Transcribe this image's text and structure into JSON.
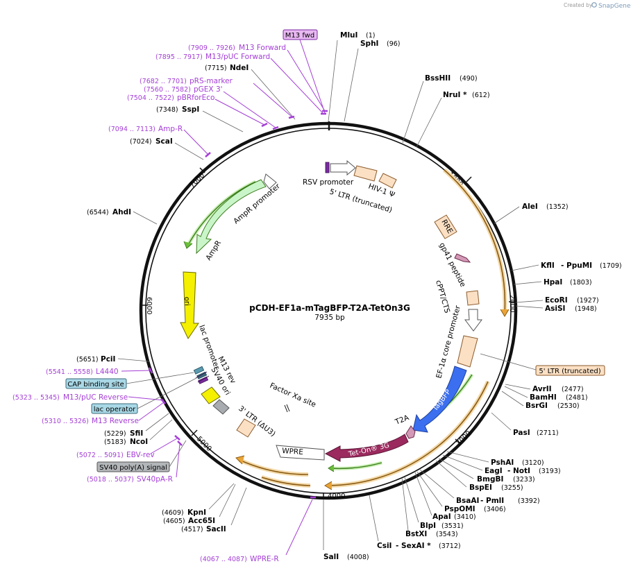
{
  "credit": {
    "prefix": "Created by",
    "brand": "SnapGene"
  },
  "plasmid": {
    "name": "pCDH-EF1a-mTagBFP-T2A-TetOn3G",
    "length": "7935 bp"
  },
  "ticks": [
    "1000",
    "2000",
    "3000",
    "4000",
    "5000",
    "6000",
    "7000"
  ],
  "sites": [
    {
      "name": "MluI",
      "pos": "(1)"
    },
    {
      "name": "SphI",
      "pos": "(96)"
    },
    {
      "name": "BssHII",
      "pos": "(490)"
    },
    {
      "name": "NruI *",
      "pos": "(612)"
    },
    {
      "name": "AleI",
      "pos": "(1352)"
    },
    {
      "name": "KflI",
      "pos": "",
      "suffix": "PpuMI",
      "suffix_pos": "(1709)"
    },
    {
      "name": "HpaI",
      "pos": "(1803)"
    },
    {
      "name": "EcoRI",
      "pos": "(1927)"
    },
    {
      "name": "AsiSI",
      "pos": "(1948)"
    },
    {
      "name": "AvrII",
      "pos": "(2477)"
    },
    {
      "name": "BamHI",
      "pos": "(2481)"
    },
    {
      "name": "BsrGI",
      "pos": "(2530)"
    },
    {
      "name": "PasI",
      "pos": "(2711)"
    },
    {
      "name": "PshAI",
      "pos": "(3120)"
    },
    {
      "name": "EagI",
      "pos": "",
      "suffix": "NotI",
      "suffix_pos": "(3193)"
    },
    {
      "name": "BmgBI",
      "pos": "(3233)"
    },
    {
      "name": "BspEI",
      "pos": "(3255)"
    },
    {
      "name": "BsaAI",
      "pos": "",
      "suffix": "PmlI",
      "suffix_pos": "(3392)"
    },
    {
      "name": "PspOMI",
      "pos": "(3406)"
    },
    {
      "name": "ApaI",
      "pos": "(3410)"
    },
    {
      "name": "BlpI",
      "pos": "(3531)"
    },
    {
      "name": "BstXI",
      "pos": "(3543)"
    },
    {
      "name": "CsiI",
      "pos": "",
      "suffix": "SexAI *",
      "suffix_pos": "(3712)"
    },
    {
      "name": "SalI",
      "pos": "(4008)"
    },
    {
      "name": "SacII",
      "pos": "(4517)"
    },
    {
      "name": "Acc65I",
      "pos": "(4605)"
    },
    {
      "name": "KpnI",
      "pos": "(4609)"
    },
    {
      "name": "NcoI",
      "pos": "(5183)"
    },
    {
      "name": "SfiI",
      "pos": "(5229)"
    },
    {
      "name": "PciI",
      "pos": "(5651)"
    },
    {
      "name": "AhdI",
      "pos": "(6544)"
    },
    {
      "name": "ScaI",
      "pos": "(7024)"
    },
    {
      "name": "SspI",
      "pos": "(7348)"
    },
    {
      "name": "NdeI",
      "pos": "(7715)"
    }
  ],
  "primers": [
    {
      "name": "M13 Forward",
      "pos": "(7909 .. 7926)"
    },
    {
      "name": "M13/pUC Forward",
      "pos": "(7895 .. 7917)"
    },
    {
      "name": "pRS-marker",
      "pos": "(7682 .. 7701)"
    },
    {
      "name": "pGEX 3'",
      "pos": "(7560 .. 7582)"
    },
    {
      "name": "pBRforEco",
      "pos": "(7504 .. 7522)"
    },
    {
      "name": "Amp-R",
      "pos": "(7094 .. 7113)"
    },
    {
      "name": "L4440",
      "pos": "(5541 .. 5558)"
    },
    {
      "name": "M13/pUC Reverse",
      "pos": "(5323 .. 5345)"
    },
    {
      "name": "M13 Reverse",
      "pos": "(5310 .. 5326)"
    },
    {
      "name": "EBV-rev",
      "pos": "(5072 .. 5091)"
    },
    {
      "name": "SV40pA-R",
      "pos": "(5018 .. 5037)"
    },
    {
      "name": "WPRE-R",
      "pos": "(4067 .. 4087)"
    }
  ],
  "boxes": {
    "m13fwd": "M13 fwd",
    "cap": "CAP binding site",
    "lacop": "lac operator",
    "sv40pa": "SV40 poly(A) signal",
    "ltr5": "5' LTR (truncated)"
  },
  "features": {
    "rsv": "RSV promoter",
    "ltr5": "5' LTR (truncated)",
    "hiv": "HIV-1 Ψ",
    "rre": "RRE",
    "gp41": "gp41 peptide",
    "cppt": "cPPT/CTS",
    "ef1a": "EF-1α core promoter",
    "tagbfp": "TagBFP",
    "t2a": "T2A",
    "teton": "Tet-On® 3G",
    "wpre": "WPRE",
    "ltr3": "3' LTR (ΔU3)",
    "factorxa": "Factor Xa site",
    "sv40ori": "SV40 ori",
    "m13rev": "M13 rev",
    "lacpro": "lac promoter",
    "ori": "ori",
    "ampr": "AmpR",
    "amppro": "AmpR promoter"
  },
  "colors": {
    "backbone": "#111111",
    "primer": "#a43ed6",
    "tagbfp": "#3b6ff0",
    "teton": "#9b2a5e",
    "ori": "#f4f000",
    "ampr": "#c9f5c9",
    "ltr": "#fbe0c4",
    "orf_orange": "#e9a437",
    "orf_green": "#6bbf3a"
  }
}
